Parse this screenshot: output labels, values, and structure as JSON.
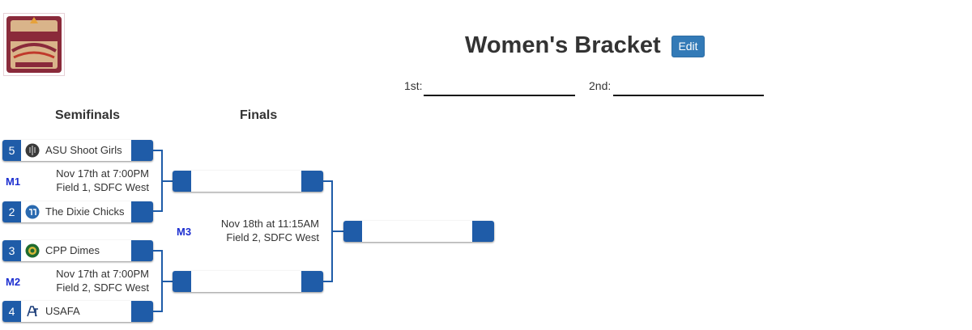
{
  "header": {
    "title": "Women's Bracket",
    "edit_label": "Edit"
  },
  "places": {
    "first_label": "1st:",
    "second_label": "2nd:"
  },
  "columns": {
    "semifinals": "Semifinals",
    "finals": "Finals"
  },
  "matches": {
    "m1": {
      "label": "M1",
      "date": "Nov 17th at 7:00PM",
      "field": "Field 1, SDFC West",
      "top": {
        "seed": "5",
        "team": "ASU Shoot Girls",
        "icon": "asu-icon"
      },
      "bottom": {
        "seed": "2",
        "team": "The Dixie Chicks",
        "icon": "dixie-chicks-icon"
      }
    },
    "m2": {
      "label": "M2",
      "date": "Nov 17th at 7:00PM",
      "field": "Field 2, SDFC West",
      "top": {
        "seed": "3",
        "team": "CPP Dimes",
        "icon": "cpp-icon"
      },
      "bottom": {
        "seed": "4",
        "team": "USAFA",
        "icon": "usafa-icon"
      }
    },
    "m3": {
      "label": "M3",
      "date": "Nov 18th at 11:15AM",
      "field": "Field 2, SDFC West"
    }
  },
  "colors": {
    "accent": "#1f5ca8",
    "match_label": "#1d2fd0",
    "button": "#337ab7"
  }
}
